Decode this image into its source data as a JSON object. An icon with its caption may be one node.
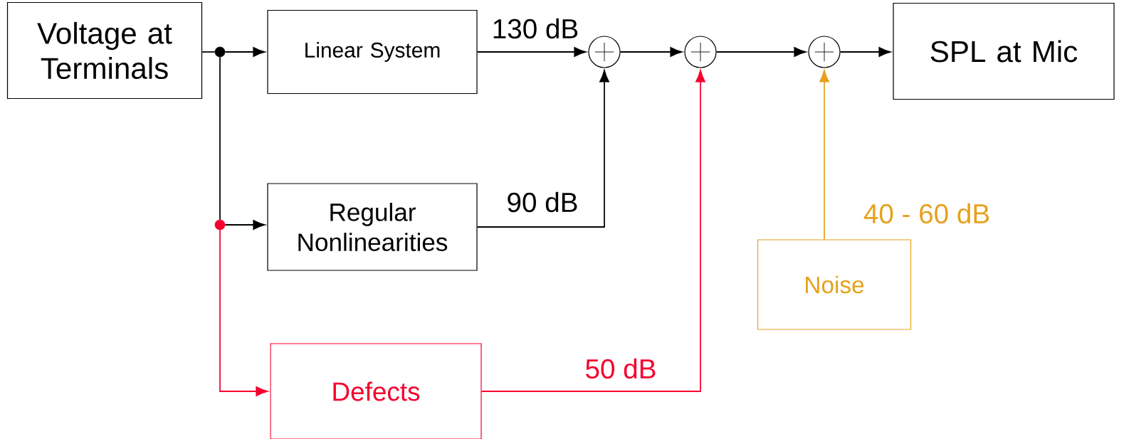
{
  "diagram": {
    "nodes": [
      {
        "text": [
          "Voltage at Terminals"
        ]
      },
      {
        "text": [],
        "shape": "circle"
      },
      {
        "text": [],
        "shape": "circle"
      },
      {
        "text": [
          "Linear System"
        ]
      },
      {
        "text": [
          "Regular Nonlinearities"
        ]
      },
      {
        "text": [
          "Defects"
        ]
      },
      {
        "text": [],
        "shape": "circle"
      },
      {
        "text": [],
        "shape": "circle"
      },
      {
        "text": [],
        "shape": "circle"
      },
      {
        "text": [
          "SPL at Mic"
        ]
      },
      {
        "text": [
          "Noise"
        ]
      }
    ],
    "edges": [
      {
        "from": 0,
        "to": 1,
        "arrow": "none"
      },
      {
        "from": 1,
        "to": 3,
        "arrow": "to"
      },
      {
        "from": 1,
        "to": 2,
        "arrow": "none"
      },
      {
        "from": 2,
        "to": 4,
        "arrow": "to"
      },
      {
        "from": 2,
        "to": 5,
        "arrow": "to",
        "color": "#f5002d"
      },
      {
        "from": 3,
        "to": 6,
        "arrow": "to",
        "label": "130 dB"
      },
      {
        "from": 4,
        "to": 6,
        "arrow": "to",
        "label": "90 dB"
      },
      {
        "from": 6,
        "to": 7,
        "arrow": "to"
      },
      {
        "from": 5,
        "to": 7,
        "arrow": "to",
        "label": "50 dB",
        "color": "#f5002d"
      },
      {
        "from": 7,
        "to": 8,
        "arrow": "to"
      },
      {
        "from": 10,
        "to": 8,
        "arrow": "to",
        "label": "40 - 60 dB",
        "color": "#e6a11e"
      },
      {
        "from": 8,
        "to": 9,
        "arrow": "to"
      }
    ]
  }
}
